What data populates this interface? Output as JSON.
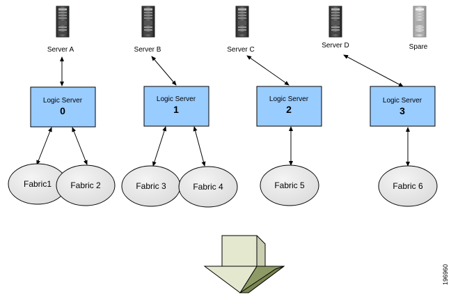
{
  "servers": [
    {
      "name": "Server A"
    },
    {
      "name": "Server B"
    },
    {
      "name": "Server C"
    },
    {
      "name": "Server D"
    },
    {
      "name": "Spare"
    }
  ],
  "logic_servers": [
    {
      "title": "Logic Server",
      "number": "0"
    },
    {
      "title": "Logic Server",
      "number": "1"
    },
    {
      "title": "Logic Server",
      "number": "2"
    },
    {
      "title": "Logic Server",
      "number": "3"
    }
  ],
  "fabrics": [
    {
      "name": "Fabric1"
    },
    {
      "name": "Fabric 2"
    },
    {
      "name": "Fabric 3"
    },
    {
      "name": "Fabric 4"
    },
    {
      "name": "Fabric 5"
    },
    {
      "name": "Fabric 6"
    }
  ],
  "figure_id": "196960",
  "colors": {
    "logic_box": "#99ccff",
    "fabric": "#e6e6e6",
    "arrow_fill": "#e3e8cf"
  },
  "icons": {
    "server": "server-tower-icon",
    "transition": "down-arrow-icon"
  }
}
